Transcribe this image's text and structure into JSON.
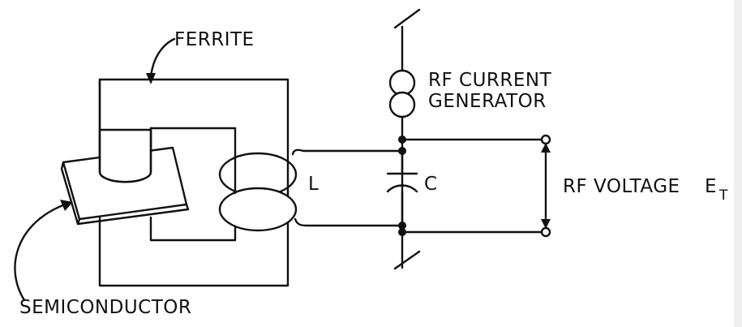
{
  "labels": {
    "ferrite": "FERRITE",
    "semiconductor": "SEMICONDUCTOR",
    "generator_line1": "RF CURRENT",
    "generator_line2": "GENERATOR",
    "inductor": "L",
    "capacitor": "C",
    "voltage": "RF VOLTAGE",
    "voltage_symbol": "E",
    "voltage_subscript": "T"
  }
}
